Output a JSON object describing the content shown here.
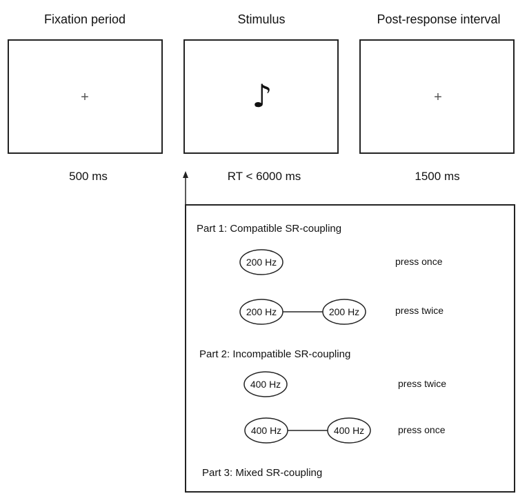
{
  "columns": [
    {
      "title": "Fixation period",
      "screen": "+",
      "duration": "500 ms"
    },
    {
      "title": "Stimulus",
      "screen": "♪",
      "duration": "RT < 6000 ms"
    },
    {
      "title": "Post-response interval",
      "screen": "+",
      "duration": "1500 ms"
    }
  ],
  "legend": {
    "part1": {
      "label": "Part 1: Compatible SR-coupling",
      "rows": [
        {
          "tones": [
            "200 Hz"
          ],
          "response": "press once"
        },
        {
          "tones": [
            "200 Hz",
            "200 Hz"
          ],
          "response": "press twice"
        }
      ]
    },
    "part2": {
      "label": "Part 2: Incompatible SR-coupling",
      "rows": [
        {
          "tones": [
            "400 Hz"
          ],
          "response": "press twice"
        },
        {
          "tones": [
            "400 Hz",
            "400 Hz"
          ],
          "response": "press once"
        }
      ]
    },
    "part3": {
      "label": "Part 3: Mixed SR-coupling"
    }
  }
}
